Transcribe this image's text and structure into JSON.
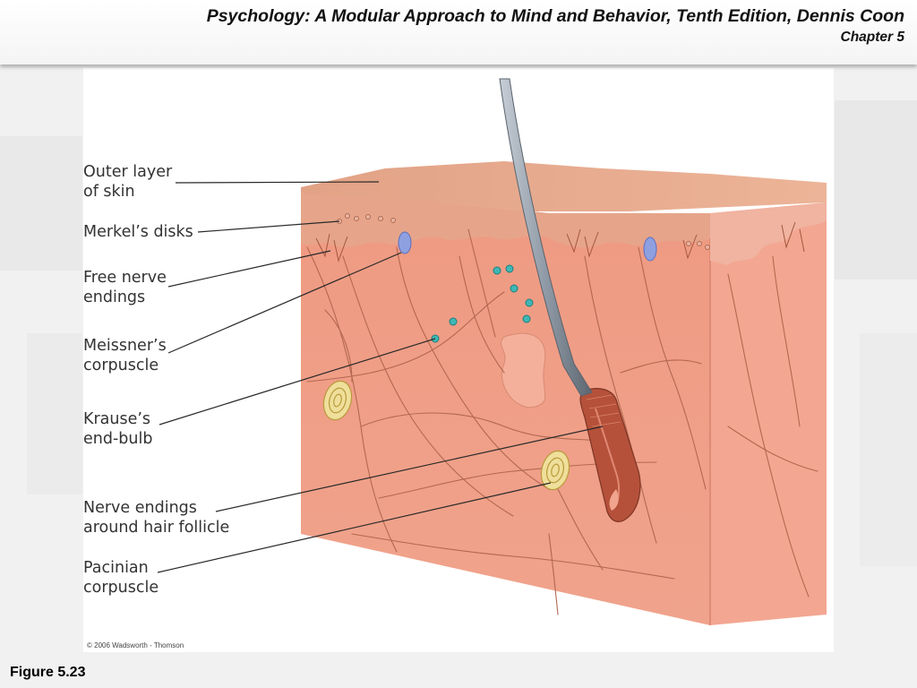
{
  "header": {
    "title": "Psychology: A Modular Approach to Mind and Behavior, Tenth Edition, Dennis Coon",
    "chapter": "Chapter 5"
  },
  "figure": {
    "labels": [
      {
        "line1": "Outer layer",
        "line2": "of skin"
      },
      {
        "line1": "Merkel’s disks",
        "line2": ""
      },
      {
        "line1": "Free nerve",
        "line2": "endings"
      },
      {
        "line1": "Meissner’s",
        "line2": "corpuscle"
      },
      {
        "line1": "Krause’s",
        "line2": "end-bulb"
      },
      {
        "line1": "Nerve endings",
        "line2": "around hair follicle"
      },
      {
        "line1": "Pacinian",
        "line2": "corpuscle"
      }
    ],
    "copyright": "© 2006 Wadsworth - Thomson",
    "colors": {
      "skin_surface": "#e6a58a",
      "dermis": "#ef9a82",
      "side_face": "#f3a792",
      "nerve": "#b3684f",
      "hair_shaft": "#8f9aa6",
      "follicle": "#b5513a",
      "pacinian": "#efdf9a",
      "meissner": "#8fa0e0",
      "krause": "#3fb7b4"
    }
  },
  "caption": "Figure 5.23"
}
